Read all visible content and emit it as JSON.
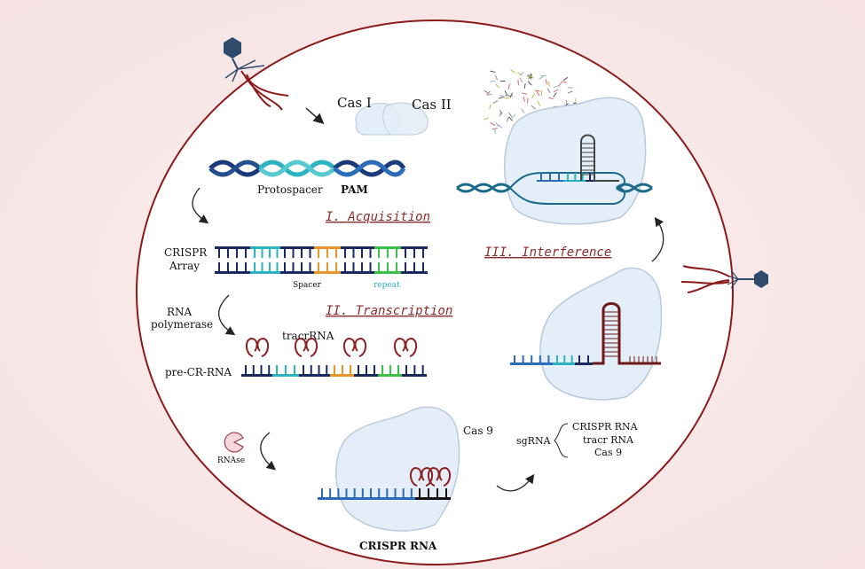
{
  "labels": {
    "cas_i": "Cas I",
    "cas_ii": "Cas II",
    "protospacer": "Protospacer",
    "pam": "PAM",
    "crispr_array_1": "CRISPR",
    "crispr_array_2": "Array",
    "spacer": "Spacer",
    "repeat": "repeat",
    "rna_polymerase_1": "RNA",
    "rna_polymerase_2": "polymerase",
    "tracrrna": "tracrRNA",
    "pre_cr_rna": "pre-CR-RNA",
    "rnase": "RNAse",
    "cas9": "Cas 9",
    "crispr_rna": "CRISPR RNA",
    "sgrna": "sgRNA",
    "sg_parts": [
      "CRISPR RNA",
      "tracr RNA",
      "Cas 9"
    ]
  },
  "stages": {
    "acquisition": "I. Acquisition",
    "transcription": "II. Transcription",
    "interference": "III. Interference"
  },
  "colors": {
    "cell_border": "#8b1a1a",
    "navy": "#1b2a5e",
    "teal": "#2bb3c0",
    "orange": "#e8962a",
    "green": "#39c14a",
    "rna_red": "#8b2222",
    "protein": "#dde9f7"
  }
}
